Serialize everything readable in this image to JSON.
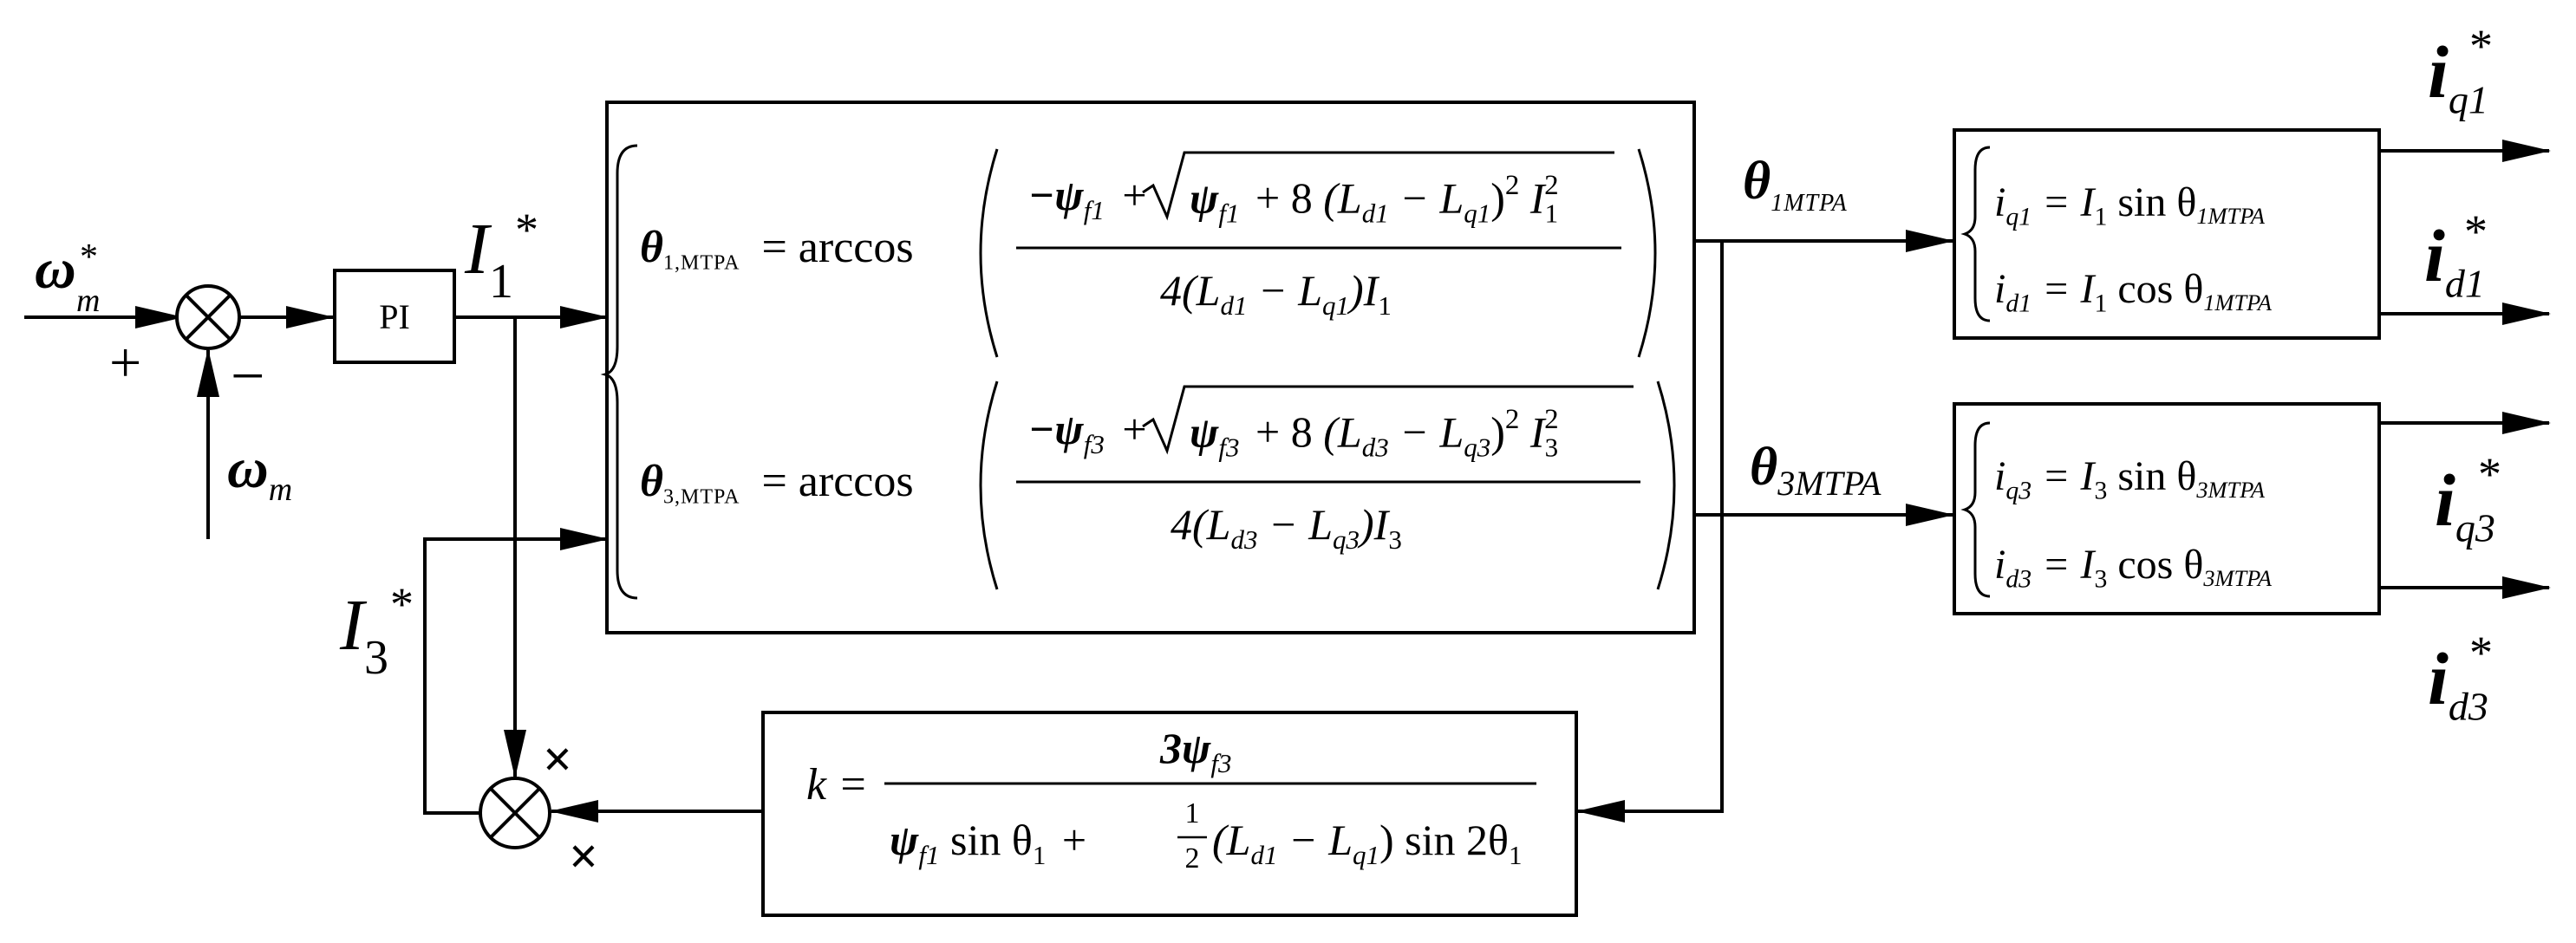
{
  "inputs": {
    "speed_ref": "ω",
    "speed_ref_sub": "m",
    "speed_ref_sup": "*",
    "speed_fb": "ω",
    "speed_fb_sub": "m",
    "plus": "+",
    "minus": "−"
  },
  "pi_block": {
    "label": "PI"
  },
  "currents": {
    "i1_ref": "I",
    "i1_sub": "1",
    "i1_sup": "*",
    "i3_ref": "I",
    "i3_sub": "3",
    "i3_sup": "*"
  },
  "mtpa_block": {
    "row1": {
      "lhs": "θ",
      "lhs_sub": "1,MTPA",
      "eq": "= arccos",
      "num_a": "−ψ",
      "num_a_sub": "f1",
      "num_b": "+",
      "rad_a": "ψ",
      "rad_a_sub": "f1",
      "rad_b": "+ 8",
      "rad_c": "(L",
      "rad_c_sub": "d1",
      "rad_d": "− L",
      "rad_d_sub": "q1",
      "rad_e": ")",
      "rad_e_sup": "2",
      "rad_f": "I",
      "rad_f_sub": "1",
      "rad_f_sup": "2",
      "den_a": "4(L",
      "den_a_sub": "d1",
      "den_b": "− L",
      "den_b_sub": "q1",
      "den_c": ")I",
      "den_c_sub": "1"
    },
    "row2": {
      "lhs": "θ",
      "lhs_sub": "3,MTPA",
      "eq": "= arccos",
      "num_a": "−ψ",
      "num_a_sub": "f3",
      "num_b": "+",
      "rad_a": "ψ",
      "rad_a_sub": "f3",
      "rad_b": "+ 8",
      "rad_c": "(L",
      "rad_c_sub": "d3",
      "rad_d": "− L",
      "rad_d_sub": "q3",
      "rad_e": ")",
      "rad_e_sup": "2",
      "rad_f": "I",
      "rad_f_sub": "3",
      "rad_f_sup": "2",
      "den_a": "4(L",
      "den_a_sub": "d3",
      "den_b": "− L",
      "den_b_sub": "q3",
      "den_c": ")I",
      "den_c_sub": "3"
    }
  },
  "theta_outputs": {
    "t1": "θ",
    "t1_sub": "1MTPA",
    "t3": "θ",
    "t3_sub": "3MTPA"
  },
  "block1": {
    "l1_a": "i",
    "l1_a_sub": "q1",
    "l1_b": "= I",
    "l1_b_sub": "1",
    "l1_c": "sin θ",
    "l1_c_sub": "1MTPA",
    "l2_a": "i",
    "l2_a_sub": "d1",
    "l2_b": "= I",
    "l2_b_sub": "1",
    "l2_c": "cos θ",
    "l2_c_sub": "1MTPA"
  },
  "block3": {
    "l1_a": "i",
    "l1_a_sub": "q3",
    "l1_b": "= I",
    "l1_b_sub": "3",
    "l1_c": "sin θ",
    "l1_c_sub": "3MTPA",
    "l2_a": "i",
    "l2_a_sub": "d3",
    "l2_b": "= I",
    "l2_b_sub": "3",
    "l2_c": "cos θ",
    "l2_c_sub": "3MTPA"
  },
  "outputs": {
    "iq1": "i",
    "iq1_sub": "q1",
    "iq1_sup": "*",
    "id1": "i",
    "id1_sub": "d1",
    "id1_sup": "*",
    "iq3": "i",
    "iq3_sub": "q3",
    "iq3_sup": "*",
    "id3": "i",
    "id3_sub": "d3",
    "id3_sup": "*"
  },
  "k_block": {
    "lhs": "k =",
    "num": "3ψ",
    "num_sub": "f3",
    "den_a": "ψ",
    "den_a_sub": "f1",
    "den_b": "sin θ",
    "den_b_sub": "1",
    "den_c_num": "1",
    "den_c_den": "2",
    "den_d": "(L",
    "den_d_sub": "d1",
    "den_e": "− L",
    "den_e_sub": "q1",
    "den_f": ") sin 2θ",
    "den_f_sub": "1",
    "plus": "+"
  },
  "multiplier_signs": {
    "top": "×",
    "bottom": "×"
  }
}
